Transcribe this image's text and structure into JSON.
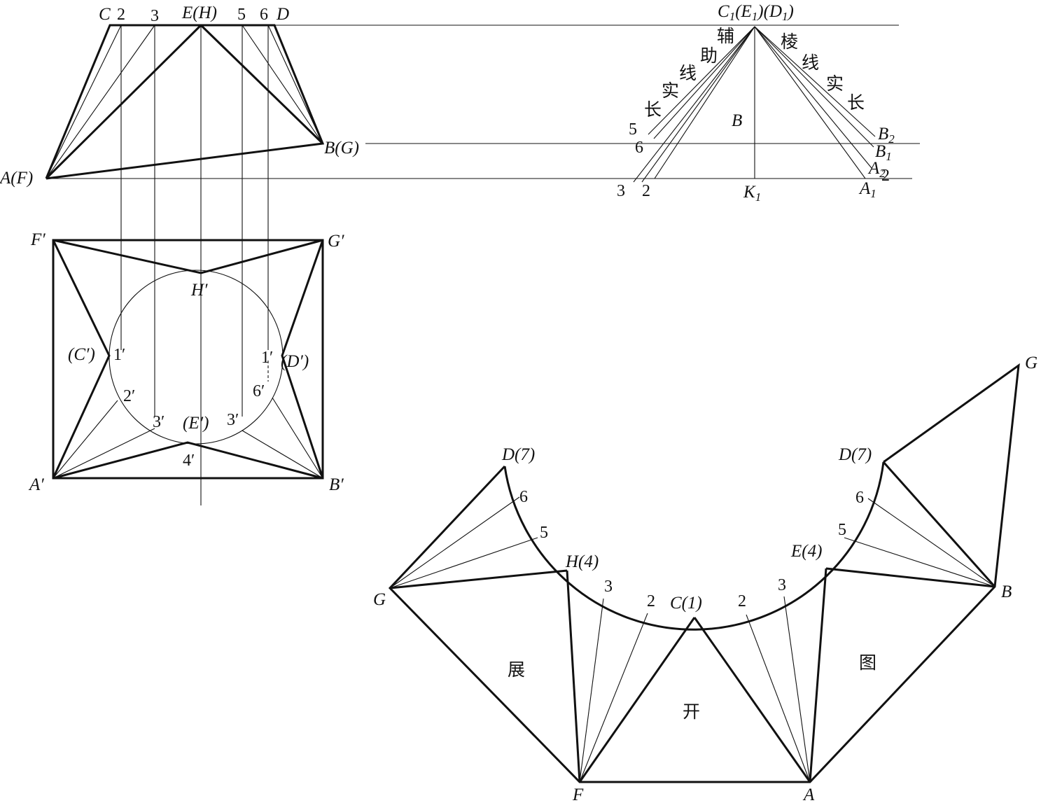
{
  "elevation": {
    "C": "C",
    "E_H": "E(H)",
    "D": "D",
    "n2": "2",
    "n3": "3",
    "n5": "5",
    "n6": "6",
    "B_G": "B(G)",
    "A_F": "A(F)"
  },
  "true_length_diagram": {
    "apex_C": "C",
    "apex_E": "E",
    "apex_D": "D",
    "sub1": "1",
    "aux_chars": [
      "辅",
      "助",
      "线",
      "实",
      "长"
    ],
    "edge_chars": [
      "棱",
      "线",
      "实",
      "长"
    ],
    "B": "B",
    "B2": "B",
    "B1": "B",
    "A2": "A",
    "A1": "A",
    "sub2": "2",
    "n5": "5",
    "n6": "6",
    "n3": "3",
    "n2": "2",
    "K1": "K"
  },
  "plan": {
    "F": "F′",
    "G": "G′",
    "H": "H′",
    "C": "(C′)",
    "D": "(D′)",
    "p1_left": "1′",
    "p1_right": "1′",
    "p2": "2′",
    "p6": "6′",
    "p3_left": "3′",
    "p3_right": "3′",
    "E": "(E′)",
    "p4": "4′",
    "A": "A′",
    "B": "B′"
  },
  "development": {
    "G_left": "G",
    "G_right": "G",
    "D7_left": "D(7)",
    "D7_right": "D(7)",
    "H4": "H(4)",
    "E4": "E(4)",
    "C1": "C(1)",
    "n6_left": "6",
    "n5_left": "5",
    "n3_left": "3",
    "n2_left": "2",
    "n2_right": "2",
    "n3_right": "3",
    "n5_right": "5",
    "n6_right": "6",
    "B": "B",
    "F": "F",
    "A": "A",
    "word_1": "展",
    "word_2": "开",
    "word_3": "图"
  }
}
